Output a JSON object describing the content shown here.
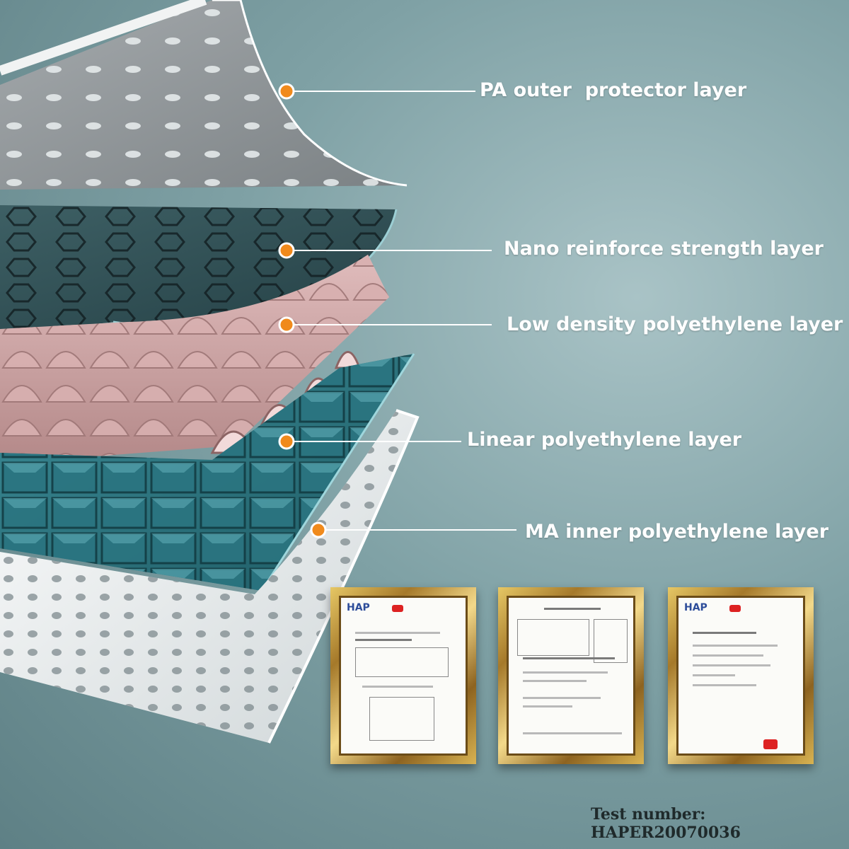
{
  "layers": [
    {
      "label": "PA outer  protector layer"
    },
    {
      "label": "Nano reinforce strength layer"
    },
    {
      "label": "Low density polyethylene layer"
    },
    {
      "label": "Linear polyethylene layer"
    },
    {
      "label": "MA inner polyethylene layer"
    }
  ],
  "test_number": "Test number: HAPER20070036",
  "certificates": [
    {
      "logo": "HAP"
    },
    {
      "logo": ""
    },
    {
      "logo": "HAP"
    }
  ],
  "colors": {
    "background": "#7fa1a5",
    "callout_dot": "#f08a1c",
    "pa_layer": "#8f9497",
    "nano_layer": "#2f4f55",
    "ldpe_layer": "#c9a2a2",
    "linear_layer": "#2e7a85",
    "ma_layer": "#eef1f2",
    "frame_gold": "#c9a247"
  }
}
